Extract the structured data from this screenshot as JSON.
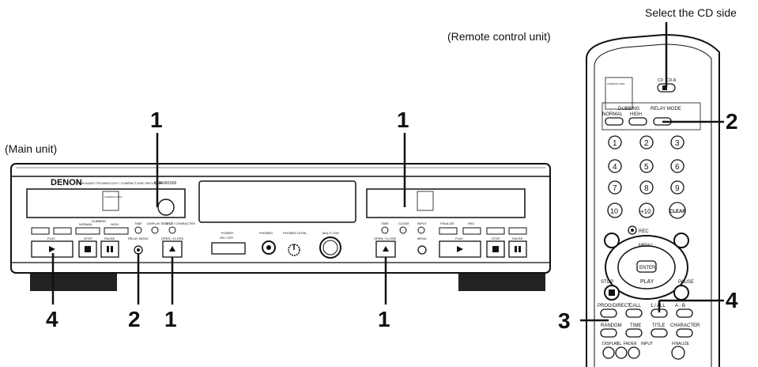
{
  "captions": {
    "select_cd_side": "Select the CD side",
    "remote_control_unit": "(Remote control unit)",
    "main_unit": "(Main unit)"
  },
  "main_unit": {
    "brand": "DENON",
    "tagline": "PCM AUDIO TECHNOLOGY / COMPACT DISC RECORDER",
    "model": "CDR-W1500",
    "disc_logo": "COMPACT DISC",
    "labels": {
      "dubbing": "DUBBING",
      "normal": "NORMAL",
      "high": "HIGH",
      "time": "TIME",
      "display_select": "DISPLAY SELECT",
      "title_character": "TITLE / CHARACTER",
      "play": "PLAY",
      "stop": "STOP",
      "pause": "PAUSE",
      "relay_mode": "RELAY MODE",
      "open_close": "OPEN / CLOSE",
      "power": "POWER",
      "on_off": "ON / OFF",
      "phones": "PHONES",
      "phones_level": "PHONES LEVEL",
      "multi_jog": "MULTI JOG",
      "clear": "CLEAR",
      "input": "INPUT",
      "menu": "MENU",
      "finalize": "FINALIZE",
      "rec": "REC"
    }
  },
  "remote": {
    "cd_switch": [
      "CD",
      "CD-R"
    ],
    "dubbing": "DUBBING",
    "relay_mode": "RELAY MODE",
    "normal": "NORMAL",
    "high": "HIGH",
    "numeric_keys": [
      "1",
      "2",
      "3",
      "4",
      "5",
      "6",
      "7",
      "8",
      "9",
      "10",
      "+10"
    ],
    "clear": "CLEAR",
    "rec": "REC",
    "menu": "MENU",
    "enter": "ENTER",
    "play": "PLAY",
    "stop": "STOP",
    "pause": "PAUSE",
    "row1": [
      "PROG/DIRECT",
      "CALL",
      "1 / ALL",
      "A - B"
    ],
    "row2": [
      "RANDOM",
      "TIME",
      "TITLE",
      "CHARACTER"
    ],
    "row3": [
      "DISPLAY",
      "SL. FADER",
      "INPUT",
      "FINALIZE"
    ]
  },
  "callouts": {
    "n1": "1",
    "n2": "2",
    "n3": "3",
    "n4": "4"
  }
}
